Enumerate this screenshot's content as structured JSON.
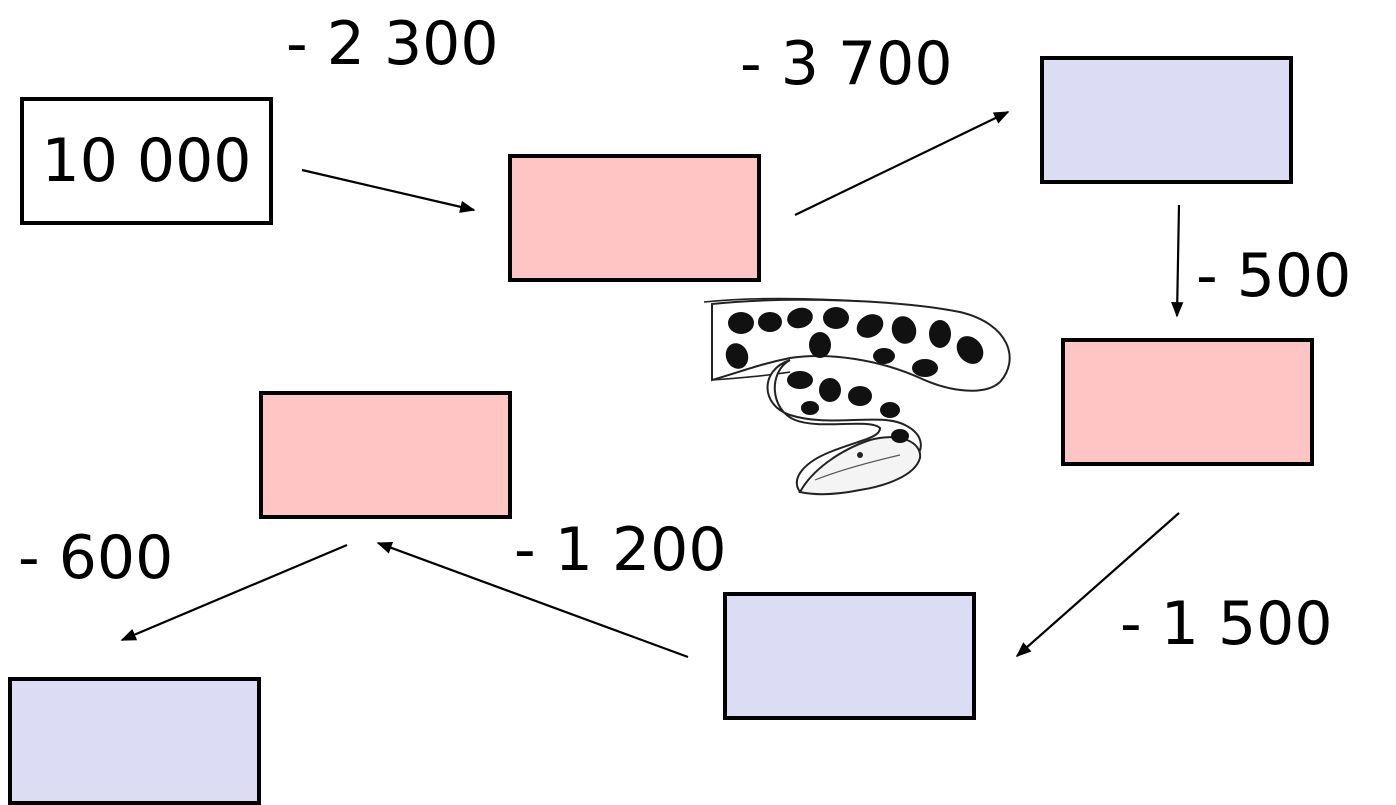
{
  "diagram": {
    "start_value": "10 000",
    "steps": [
      {
        "label": "- 2 300"
      },
      {
        "label": "- 3 700"
      },
      {
        "label": "- 500"
      },
      {
        "label": "- 1 500"
      },
      {
        "label": "- 1 200"
      },
      {
        "label": "- 600"
      }
    ],
    "answer_boxes": [
      {
        "color": "pink",
        "value": ""
      },
      {
        "color": "lavender",
        "value": ""
      },
      {
        "color": "pink",
        "value": ""
      },
      {
        "color": "lavender",
        "value": ""
      },
      {
        "color": "pink",
        "value": ""
      },
      {
        "color": "lavender",
        "value": ""
      }
    ]
  },
  "colors": {
    "pink": "#ffc4c4",
    "lavender": "#dcdcf4",
    "border": "#000000"
  },
  "illustration": {
    "icon": "spotted-anaconda-snake-icon"
  }
}
